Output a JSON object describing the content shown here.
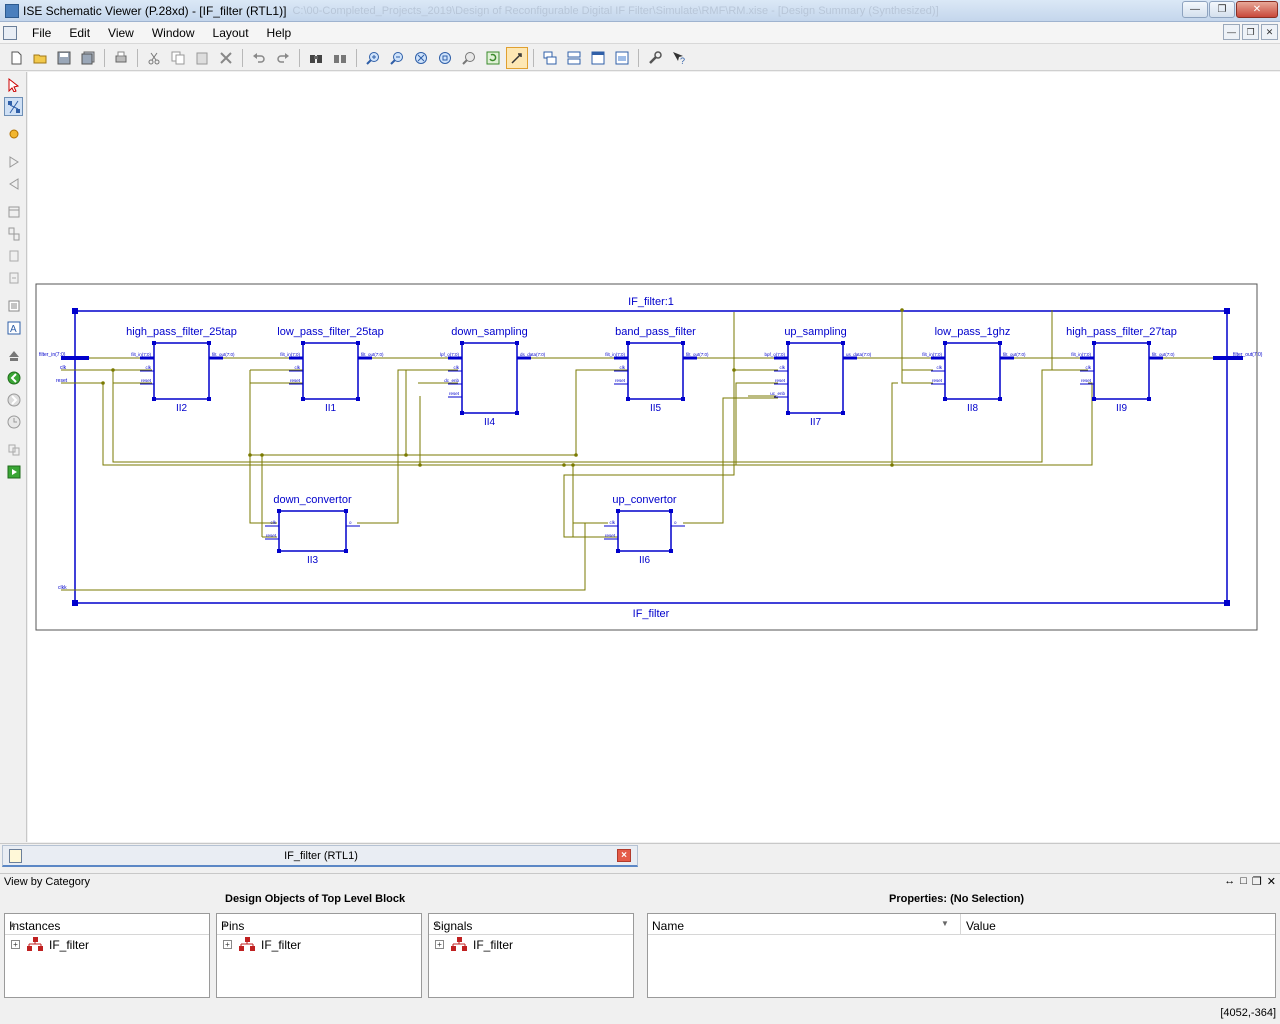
{
  "window": {
    "title": "ISE Schematic Viewer (P.28xd) - [IF_filter (RTL1)]",
    "path_text": "C:\\00-Completed_Projects_2019\\Design of Reconfigurable Digital IF Filter\\Simulate\\RMF\\RM.xise - [Design Summary (Synthesized)]"
  },
  "menu": {
    "items": [
      {
        "label": "File"
      },
      {
        "label": "Edit"
      },
      {
        "label": "View"
      },
      {
        "label": "Window"
      },
      {
        "label": "Layout"
      },
      {
        "label": "Help"
      }
    ]
  },
  "toolbar": {
    "buttons": [
      "new-icon",
      "open-icon",
      "save-icon",
      "save-all-icon",
      "print-icon",
      "cut-icon",
      "copy-icon",
      "paste-icon",
      "delete-icon",
      "undo-icon",
      "redo-icon",
      "find-icon",
      "find-next-icon",
      "zoom-in-icon",
      "zoom-out-icon",
      "zoom-fit-icon",
      "zoom-selection-icon",
      "zoom-area-icon",
      "refresh-icon",
      "select-pointer-icon",
      "cascade-icon",
      "tile-horizontal-icon",
      "tile-vertical-icon",
      "arrange-icon",
      "settings-wrench-icon",
      "help-context-icon"
    ]
  },
  "schematic": {
    "outer_title": "IF_filter:1",
    "outer_bottom_label": "IF_filter",
    "blocks": [
      {
        "name": "high_pass_filter_25tap",
        "instance": "II2",
        "ports_in": [
          "filt_in(7:0)",
          "clk",
          "reset"
        ],
        "ports_out": [
          "filt_out(7:0)"
        ]
      },
      {
        "name": "low_pass_filter_25tap",
        "instance": "II1",
        "ports_in": [
          "filt_in(7:0)",
          "clk",
          "reset"
        ],
        "ports_out": [
          "filt_out(7:0)"
        ]
      },
      {
        "name": "down_sampling",
        "instance": "II4",
        "ports_in": [
          "lpf_o(7:0)",
          "clk",
          "dc_enb",
          "reset"
        ],
        "ports_out": [
          "ds_data(7:0)"
        ]
      },
      {
        "name": "band_pass_filter",
        "instance": "II5",
        "ports_in": [
          "filt_in(7:0)",
          "clk",
          "reset"
        ],
        "ports_out": [
          "filt_out(7:0)"
        ]
      },
      {
        "name": "up_sampling",
        "instance": "II7",
        "ports_in": [
          "bpf_o(7:0)",
          "clk",
          "reset",
          "uc_enb"
        ],
        "ports_out": [
          "us_data(7:0)"
        ]
      },
      {
        "name": "low_pass_1ghz",
        "instance": "II8",
        "ports_in": [
          "filt_in(7:0)",
          "clk",
          "reset"
        ],
        "ports_out": [
          "filt_out(7:0)"
        ]
      },
      {
        "name": "high_pass_filter_27tap",
        "instance": "II9",
        "ports_in": [
          "filt_in(7:0)",
          "clk",
          "reset"
        ],
        "ports_out": [
          "filt_out(7:0)"
        ]
      },
      {
        "name": "down_convertor",
        "instance": "II3",
        "ports_in": [
          "clk",
          "reset"
        ],
        "ports_out": [
          "o"
        ]
      },
      {
        "name": "up_convertor",
        "instance": "II6",
        "ports_in": [
          "clk",
          "reset"
        ],
        "ports_out": [
          "o"
        ]
      }
    ],
    "top_ports": {
      "filter_in": "filter_in(7:0)",
      "clk": "clk",
      "reset": "reset",
      "clkk": "clkk",
      "filter_out": "filter_out(7:0)"
    }
  },
  "doc_tab": {
    "label": "IF_filter (RTL1)"
  },
  "bottom_panel": {
    "title": "View by Category",
    "design_objects_title": "Design Objects of Top Level Block",
    "properties_title": "Properties: (No Selection)",
    "lists": [
      {
        "header": "Instances",
        "items": [
          "IF_filter"
        ]
      },
      {
        "header": "Pins",
        "items": [
          "IF_filter"
        ]
      },
      {
        "header": "Signals",
        "items": [
          "IF_filter"
        ]
      }
    ],
    "properties_columns": [
      "Name",
      "Value"
    ]
  },
  "status": {
    "coords": "[4052,-364]"
  },
  "colors": {
    "schematic_blue": "#0000cc",
    "wire_olive": "#7a7a00",
    "canvas_bg": "#ffffff"
  }
}
